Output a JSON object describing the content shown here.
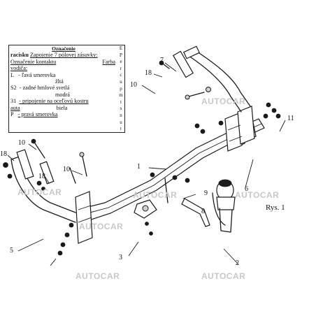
{
  "legend": {
    "title": "Označenie",
    "header_left": "racisku",
    "header_right": "Zapojenie 7 pólovej zásuvky:",
    "subheader_left": "Označenie kontaktu",
    "subheader_right": "Farba",
    "subheader_cont": "vodiča:",
    "rows": [
      {
        "key": "L",
        "desc": "- ľavá smerovka",
        "color": "žltá"
      },
      {
        "key": "S2",
        "desc": "- zadné hmlové svetlá",
        "color": "modrá"
      },
      {
        "key": "31",
        "desc": "- pripojenie na oceľovú kostru",
        "cont": "auta",
        "color": "biela"
      },
      {
        "key": "P",
        "desc": "- pravá smerovka",
        "color": ""
      }
    ],
    "side_marks": [
      "E",
      "P",
      "e",
      "r",
      "c",
      "u",
      "p",
      "m",
      "t",
      "s",
      "n",
      "u",
      "t"
    ]
  },
  "callouts": {
    "c1": "1",
    "c2": "2",
    "c3": "3",
    "c5": "5",
    "c6": "6",
    "c7": "7",
    "c8": "8",
    "c9": "9",
    "c10a": "10",
    "c10b": "10",
    "c10c": "10",
    "c11": "11",
    "c18a": "18",
    "c18b": "18",
    "c18c": "18"
  },
  "figure_label": "Rys. 1",
  "watermarks": [
    "AUTOCAR",
    "AUTOCAR",
    "AUTOCAR",
    "AUTOCAR",
    "AUTOCAR",
    "AUTOCAR",
    "AUTOCAR"
  ]
}
